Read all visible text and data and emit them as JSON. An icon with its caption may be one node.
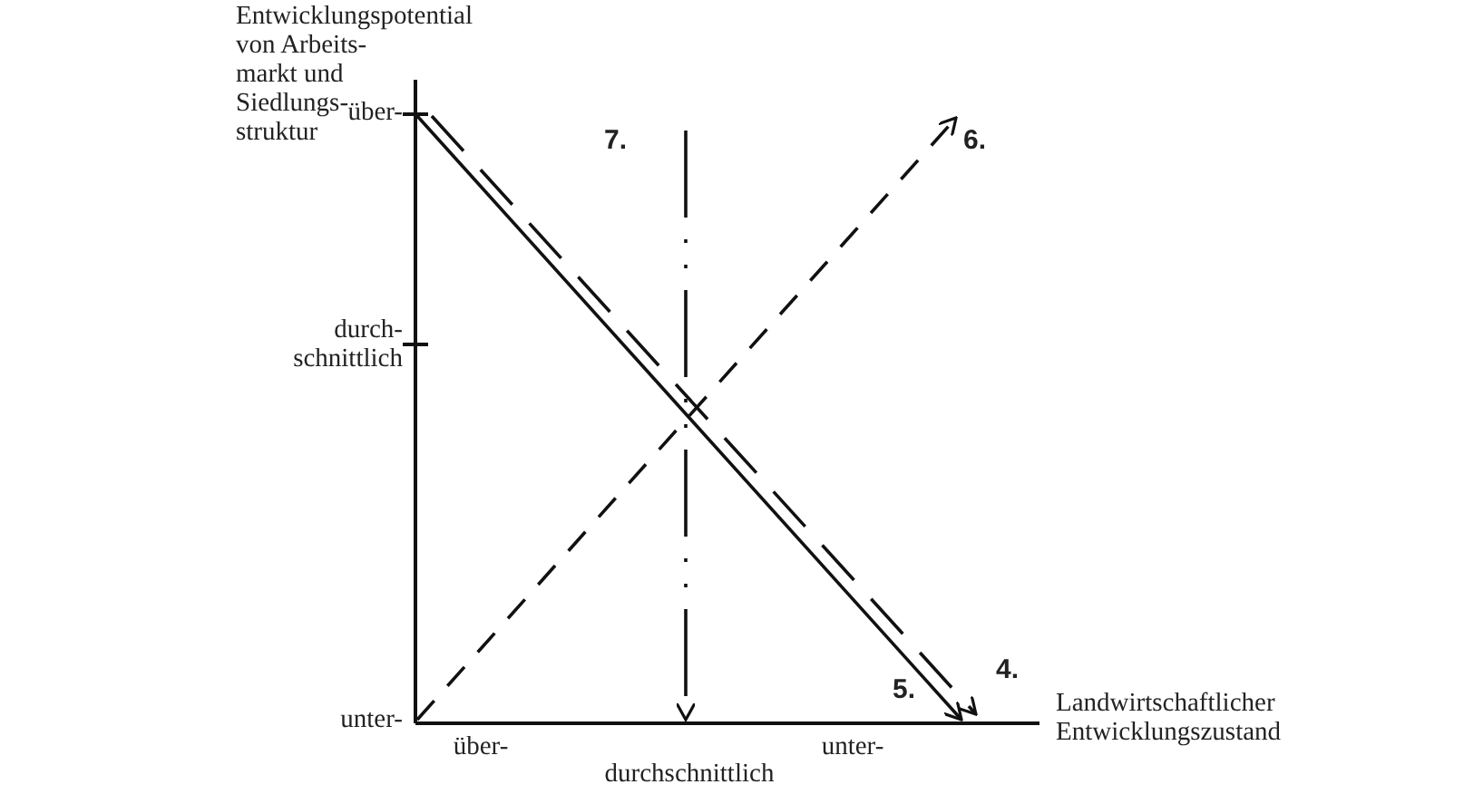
{
  "diagram": {
    "labels": [
      "Entwicklungspotential von Arbeits- markt und Siedlungs- struktur",
      "über-",
      "durch- schnittlich",
      "unter-",
      "7.",
      "6.",
      "4.",
      "Landwirtschaftlicher Entwicklungszustand",
      "5.",
      "über-",
      "unter-",
      "durchschnittlich"
    ]
  }
}
